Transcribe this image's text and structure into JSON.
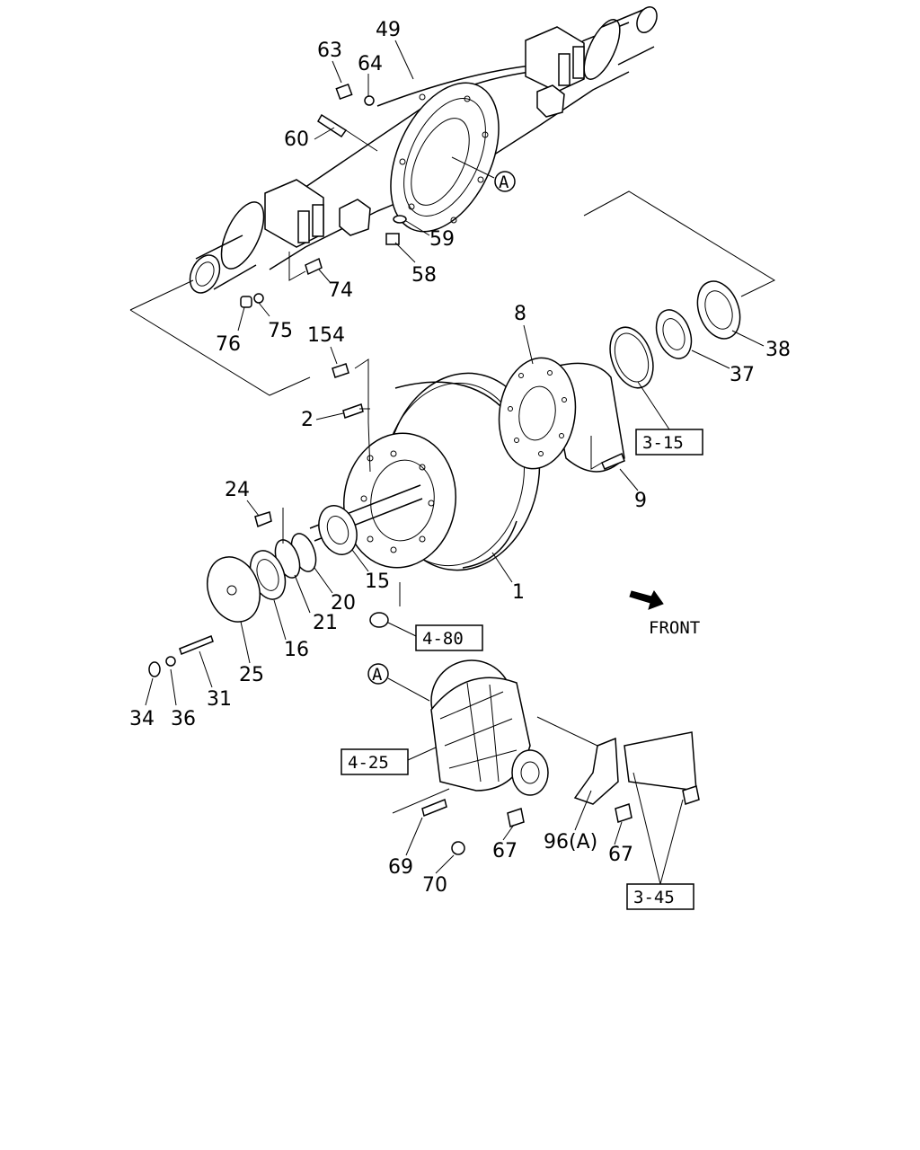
{
  "callouts": {
    "c49": "49",
    "c63": "63",
    "c64": "64",
    "c60": "60",
    "c59": "59",
    "c58": "58",
    "c74": "74",
    "c76": "76",
    "c75": "75",
    "c154": "154",
    "c2": "2",
    "c8": "8",
    "c38": "38",
    "c37": "37",
    "c9": "9",
    "c24": "24",
    "c15": "15",
    "c20": "20",
    "c21": "21",
    "c1": "1",
    "c16": "16",
    "c25": "25",
    "c31": "31",
    "c34": "34",
    "c36": "36",
    "c67a": "67",
    "c67b": "67",
    "c69": "69",
    "c70": "70",
    "c96": "96(A)"
  },
  "refs": {
    "r315": "3-15",
    "r480": "4-80",
    "r425": "4-25",
    "r345": "3-45"
  },
  "markers": {
    "a1": "A",
    "a2": "A"
  },
  "front_label": "FRONT",
  "icons": {
    "front": "front-arrow-icon"
  }
}
